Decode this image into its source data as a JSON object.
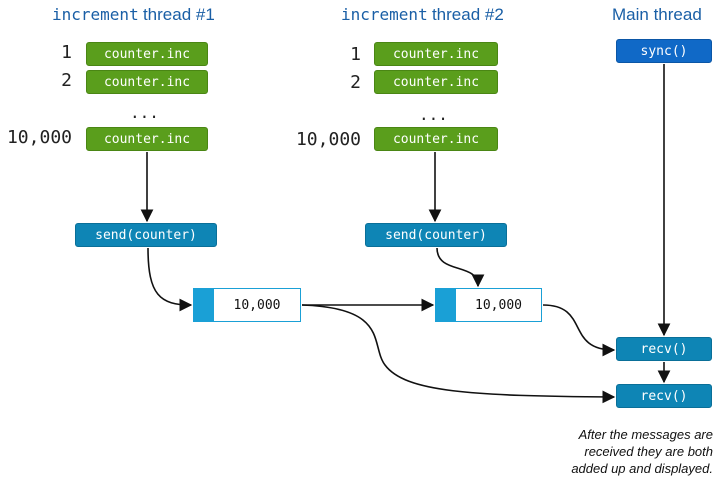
{
  "headers": {
    "thread1": {
      "code": "increment",
      "text": "thread #1"
    },
    "thread2": {
      "code": "increment",
      "text": "thread #2"
    },
    "main": "Main thread"
  },
  "thread1": {
    "rows": [
      {
        "index": "1",
        "label": "counter.inc"
      },
      {
        "index": "2",
        "label": "counter.inc"
      },
      {
        "index": "10,000",
        "label": "counter.inc"
      }
    ],
    "ellipsis": "...",
    "send": "send(counter)",
    "message": "10,000"
  },
  "thread2": {
    "rows": [
      {
        "index": "1",
        "label": "counter.inc"
      },
      {
        "index": "2",
        "label": "counter.inc"
      },
      {
        "index": "10,000",
        "label": "counter.inc"
      }
    ],
    "ellipsis": "...",
    "send": "send(counter)",
    "message": "10,000"
  },
  "main": {
    "sync": "sync()",
    "recv1": "recv()",
    "recv2": "recv()"
  },
  "note": {
    "line1": "After the messages are",
    "line2": "received they are both",
    "line3": "added up and displayed."
  },
  "colors": {
    "header": "#1a5fa6",
    "green": "#5a9e1c",
    "teal": "#0e85b5",
    "blue": "#1069c7",
    "message": "#1aa0d6"
  }
}
